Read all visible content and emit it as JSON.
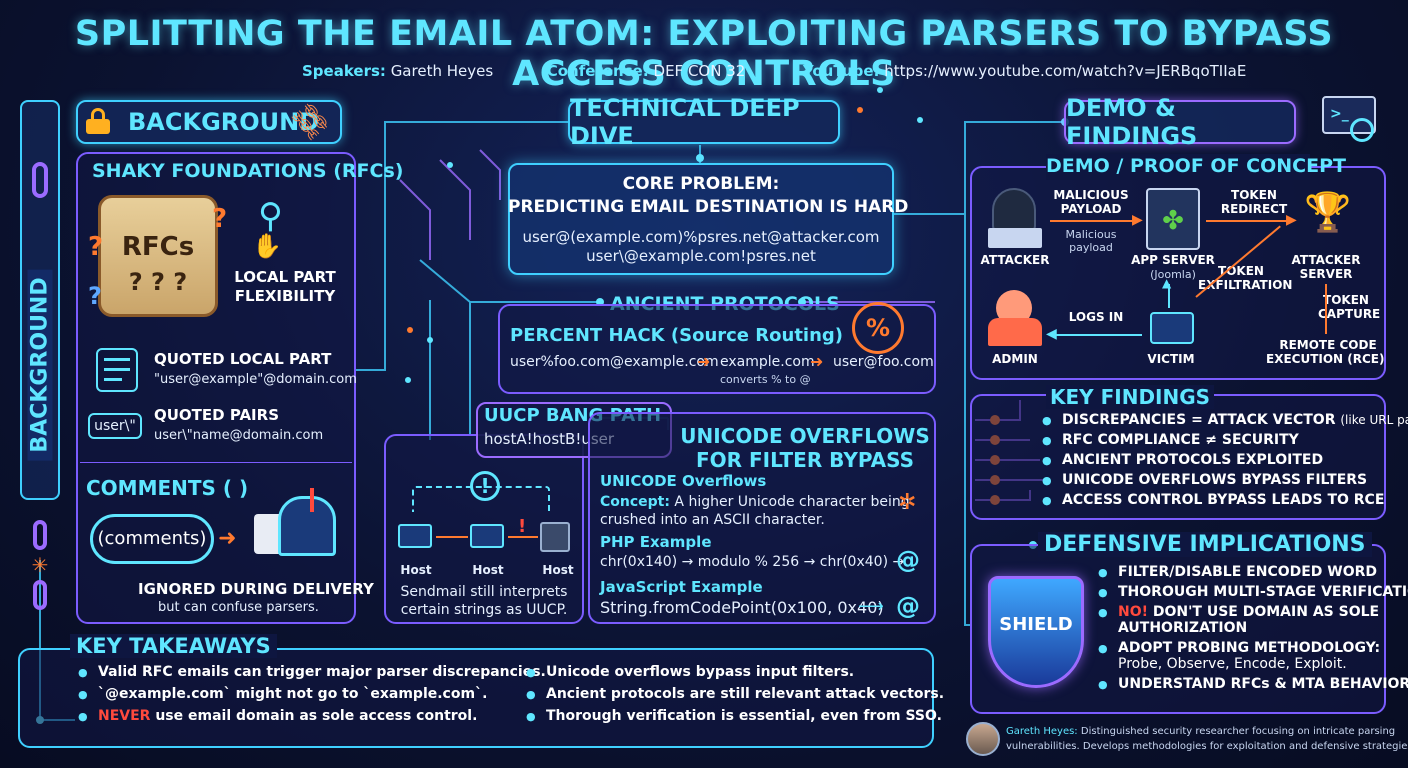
{
  "title": "SPLITTING THE EMAIL ATOM: EXPLOITING PARSERS TO BYPASS ACCESS CONTROLS",
  "meta": {
    "speakers_label": "Speakers:",
    "speakers_value": "Gareth Heyes",
    "conference_label": "Conference:",
    "conference_value": "DEF CON 32",
    "youtube_label": "YouTube:",
    "youtube_value": "https://www.youtube.com/watch?v=JERBqoTIIaE"
  },
  "side_label": "BACKGROUND",
  "background": {
    "header": "BACKGROUND",
    "shaky_title": "SHAKY FOUNDATIONS (RFCs)",
    "rfc_scroll": "RFCs",
    "local_part_1": "LOCAL PART",
    "local_part_2": "FLEXIBILITY",
    "quoted_local_title": "QUOTED LOCAL PART",
    "quoted_local_example": "\"user@example\"@domain.com",
    "quoted_pairs_title": "QUOTED PAIRS",
    "quoted_pairs_chip": "user\\\"",
    "quoted_pairs_example": "user\\\"name@domain.com",
    "comments_title": "COMMENTS (     )",
    "comments_bubble": "(comments)",
    "ignored_title": "IGNORED DURING DELIVERY",
    "ignored_sub": "but can confuse parsers."
  },
  "tech": {
    "header": "TECHNICAL DEEP DIVE",
    "core_title_1": "CORE PROBLEM:",
    "core_title_2": "PREDICTING EMAIL DESTINATION IS HARD",
    "core_example_1": "user@(example.com)%psres.net@attacker.com",
    "core_example_2": "user\\@example.com!psres.net",
    "ancient_title": "ANCIENT PROTOCOLS",
    "percent_title": "PERCENT HACK (Source Routing)",
    "percent_icon": "%",
    "percent_step1": "user%foo.com@example.com",
    "percent_step2": "example.com",
    "percent_step2_sub": "converts % to @",
    "percent_step3": "user@foo.com",
    "uucp_title": "UUCP BANG PATH",
    "uucp_example": "hostA!hostB!user",
    "hosts": [
      "Host",
      "Host",
      "Host"
    ],
    "sendmail_1": "Sendmail still interprets",
    "sendmail_2": "certain strings as UUCP.",
    "unicode_title_1": "UNICODE OVERFLOWS",
    "unicode_title_2": "FOR FILTER BYPASS",
    "unicode_sub": "UNICODE Overflows",
    "concept_label": "Concept:",
    "concept_text_1": "A higher Unicode character being",
    "concept_text_2": "crushed into an ASCII character.",
    "php_title": "PHP Example",
    "php_code": "chr(0x140) → modulo % 256 → chr(0x40) →",
    "js_title": "JavaScript Example",
    "js_code": "String.fromCodePoint(0x100, 0x40)",
    "at_symbol": "@"
  },
  "demo": {
    "header": "DEMO & FINDINGS",
    "poc_title": "DEMO / PROOF OF CONCEPT",
    "malicious_1": "MALICIOUS",
    "malicious_2": "PAYLOAD",
    "malicious_sub_1": "Malicious",
    "malicious_sub_2": "payload",
    "token_redirect_1": "TOKEN",
    "token_redirect_2": "REDIRECT",
    "attacker": "ATTACKER",
    "app_server": "APP SERVER",
    "app_server_sub": "(Joomla)",
    "token_exfil_1": "TOKEN",
    "token_exfil_2": "EXFILTRATION",
    "attacker_server_1": "ATTACKER",
    "attacker_server_2": "SERVER",
    "token_capture_1": "TOKEN",
    "token_capture_2": "CAPTURE",
    "logs_in": "LOGS IN",
    "admin": "ADMIN",
    "victim": "VICTIM",
    "rce_1": "REMOTE CODE",
    "rce_2": "EXECUTION (RCE)",
    "findings_title": "KEY FINDINGS",
    "findings": [
      "DISCREPANCIES = ATTACK VECTOR",
      "RFC COMPLIANCE ≠ SECURITY",
      "ANCIENT PROTOCOLS EXPLOITED",
      "UNICODE OVERFLOWS BYPASS FILTERS",
      "ACCESS CONTROL BYPASS LEADS TO RCE"
    ],
    "findings_note": "(like URL parsing)"
  },
  "defense": {
    "title": "DEFENSIVE IMPLICATIONS",
    "shield": "SHIELD",
    "item1": "FILTER/DISABLE ENCODED WORD",
    "item2": "THOROUGH MULTI-STAGE VERIFICATION",
    "item3_no": "NO!",
    "item3_a": "DON'T USE DOMAIN AS SOLE",
    "item3_b": "AUTHORIZATION",
    "item4_a": "ADOPT PROBING METHODOLOGY:",
    "item4_b": "Probe, Observe, Encode, Exploit.",
    "item5": "UNDERSTAND RFCs & MTA BEHAVIOR"
  },
  "takeaways": {
    "title": "KEY TAKEAWAYS",
    "left_1": "Valid RFC emails can trigger major parser discrepancies.",
    "left_2": "`@example.com` might not go to `example.com`.",
    "left_3_never": "NEVER",
    "left_3_rest": "use email domain as sole access control.",
    "right_1": "Unicode overflows bypass input filters.",
    "right_2": "Ancient protocols are still relevant attack vectors.",
    "right_3": "Thorough verification is essential, even from SSO."
  },
  "bio": {
    "name": "Gareth Heyes:",
    "text_1": "Distinguished security researcher focusing on intricate parsing",
    "text_2": "vulnerabilities. Develops methodologies for exploitation and defensive strategies."
  },
  "colors": {
    "cyan": "#5fe6ff",
    "purple": "#9b6bff",
    "orange": "#ff7a2f",
    "red": "#ff4a3d",
    "bg": "#0b1230"
  }
}
